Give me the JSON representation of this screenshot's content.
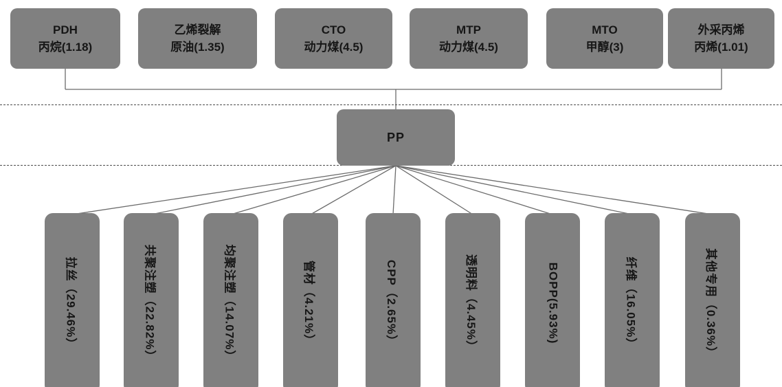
{
  "diagram": {
    "title": "PP production routes and downstream products flow diagram",
    "colors": {
      "node_fill": "#808080",
      "node_text": "#161616",
      "connector_line": "#6b6b6b",
      "dashed_divider": "#4a4a4a",
      "background": "#ffffff"
    },
    "top_nodes": [
      {
        "line1": "PDH",
        "line2": "丙烷(1.18)"
      },
      {
        "line1": "乙烯裂解",
        "line2": "原油(1.35)"
      },
      {
        "line1": "CTO",
        "line2": "动力煤(4.5)"
      },
      {
        "line1": "MTP",
        "line2": "动力煤(4.5)"
      },
      {
        "line1": "MTO",
        "line2": "甲醇(3)"
      },
      {
        "line1": "外采丙烯",
        "line2": "丙烯(1.01)"
      }
    ],
    "center_node": {
      "label": "PP"
    },
    "bottom_nodes": [
      {
        "label": "拉丝（29.46%）"
      },
      {
        "label": "共聚注塑（22.82%）"
      },
      {
        "label": "均聚注塑（14.07%）"
      },
      {
        "label": "管材（4.21%）"
      },
      {
        "label": "CPP（2.65%）"
      },
      {
        "label": "透明料（4.45%）"
      },
      {
        "label": "BOPP(5.93%)"
      },
      {
        "label": "纤维（16.05%）"
      },
      {
        "label": "其他专用（0.36%）"
      }
    ]
  }
}
